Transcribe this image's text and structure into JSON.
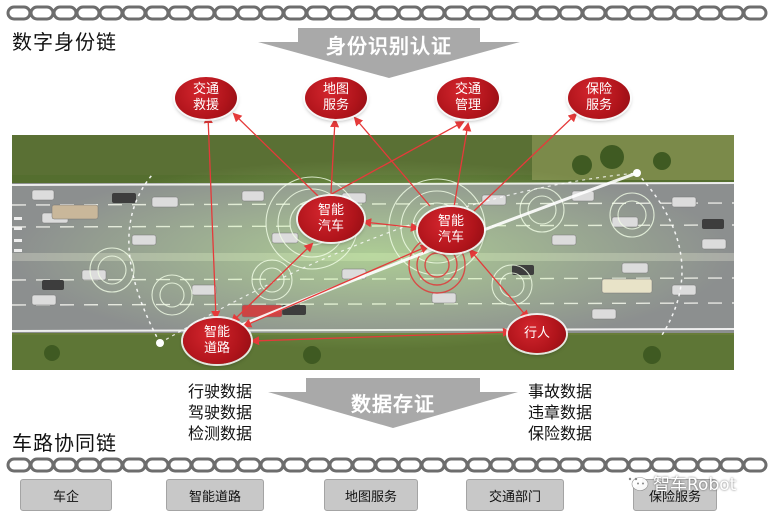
{
  "top_chain_label": "数字身份链",
  "top_banner_text": "身份识别认证",
  "service_nodes": [
    {
      "id": "rescue",
      "label": "交通\n救援"
    },
    {
      "id": "map",
      "label": "地图\n服务"
    },
    {
      "id": "traffic_mgmt",
      "label": "交通\n管理"
    },
    {
      "id": "insurance",
      "label": "保险\n服务"
    }
  ],
  "scene_nodes": [
    {
      "id": "car1",
      "label": "智能\n汽车"
    },
    {
      "id": "car2",
      "label": "智能\n汽车"
    },
    {
      "id": "road",
      "label": "智能\n道路"
    },
    {
      "id": "pedestrian",
      "label": "行人"
    }
  ],
  "left_data": [
    "行驶数据",
    "驾驶数据",
    "检测数据"
  ],
  "right_data": [
    "事故数据",
    "违章数据",
    "保险数据"
  ],
  "bottom_banner_text": "数据存证",
  "bottom_chain_label": "车路协同链",
  "bottom_boxes": [
    "车企",
    "智能道路",
    "地图服务",
    "交通部门",
    "保险服务"
  ],
  "watermark_text": "智车Robot",
  "colors": {
    "node_red": "#b0141b",
    "arrow_grey": "#a9a9a9",
    "chain_grey": "#6d6d6d"
  }
}
